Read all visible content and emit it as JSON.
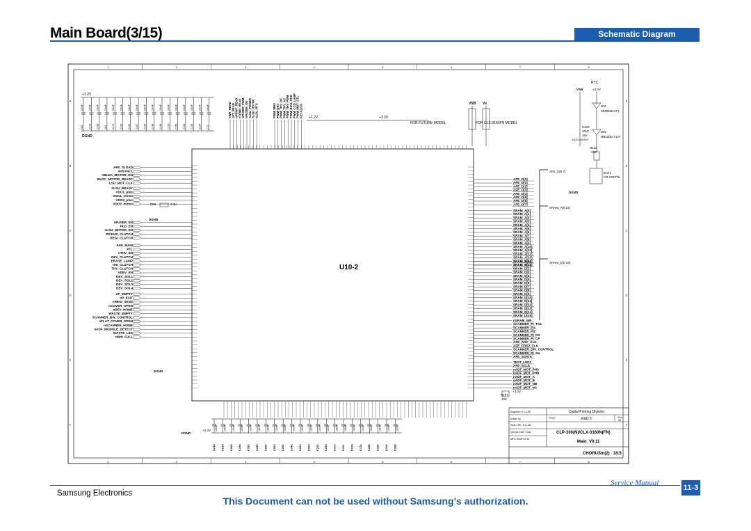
{
  "header": {
    "title": "Main Board(3/15)",
    "section_tab": "Schematic Diagram"
  },
  "schematic": {
    "grid_cols": [
      "1",
      "2",
      "3",
      "4",
      "5",
      "6",
      "7",
      "8"
    ],
    "grid_rows": [
      "A",
      "B",
      "C",
      "D",
      "E",
      "F"
    ],
    "u10_label": "U10-2",
    "power_labels": {
      "v12_top": "+1.2V",
      "v12_mid": "+1.2V",
      "v33_mid": "+3.3V",
      "v33_bot": "+3.3V",
      "vsb": "VSB",
      "vs": "Vs",
      "rtc_vsb": "VSB",
      "rtc_v33": "+3.3V",
      "dgnd": "DGND",
      "future_model": "FOR FUTURE MODEL",
      "clx_model": "FOR CLX-3160FN MODEL"
    },
    "cap_value": "100nF",
    "top_caps": [
      "C82",
      "C170",
      "C168",
      "C81",
      "C179",
      "C130",
      "C131",
      "C167",
      "C135",
      "C138",
      "C148",
      "C136",
      "C150",
      "C164",
      "C150",
      "C134",
      "C72"
    ],
    "bot_caps": [
      "C215",
      "C214",
      "C206",
      "C194",
      "C192",
      "C195",
      "C200",
      "C203",
      "C201",
      "C140",
      "C202",
      "C204",
      "C221",
      "C254",
      "C173",
      "C111",
      "C129",
      "C174",
      "C196",
      "C116",
      "C114",
      "C188"
    ],
    "top_nets_a": [
      "nWR_READ",
      "nFT_READ",
      "nPRINT_READ",
      "nTEMP_READ",
      "nFUSER_PWM",
      "nFUSER_ON",
      "nLSU_POWER",
      "nLSU_HSYNC",
      "nLSU_RTC"
    ],
    "top_nets_b": [
      "PWM_MHV",
      "PWM_DEV",
      "PWM_THV_DC",
      "PWM_THV_AC",
      "PWM_THV_PWM",
      "PWM_BIAS_CCD",
      "PWM_CCD_LAMP",
      "PWM_MOT_CTL",
      "KEYCLICK"
    ],
    "left_nets_1": [
      "AFE_SLOAD",
      "nHSYNC1",
      "nBLDC_MOTOR_ON",
      "BLDC_MOTOR_READY",
      "LSU_MOT_CLK"
    ],
    "left_nets_2": [
      "nLSU_READY",
      "VDO1_plus",
      "VDO1_minus",
      "VDO2_plus",
      "VDO2_minus"
    ],
    "left_nets_3": [
      "nFUSER_EN",
      "HLD_EN",
      "nLSU_MOTOR_EN",
      "PICKUP_CLUTCH",
      "REGI_CLUTCH"
    ],
    "left_nets_4": [
      "FAN_MAIN",
      "PTL",
      "nTHV_EN",
      "DEV_CLUTCH",
      "ERASE_LAMP",
      "ITB_CLUTCH",
      "THV_CLUTCH",
      "nDEV_EN",
      "DEV_SOL1",
      "DEV_SOL2",
      "DEV_SOL3",
      "DEV_SOL4"
    ],
    "left_nets_5": [
      "nP_EMPTY",
      "nP_EXIT",
      "nREGI_SENS",
      "nCOVER_OPEN",
      "nDEV_HOME",
      "WASTE_EMPTY",
      "SCANNER_BW_CONTROL",
      "nFLAT_COVER_OPEN",
      "nSCANNER_HOME",
      "nADF_MODULE_DETECT",
      "WASTE_LED",
      "nBIN_FULL"
    ],
    "r86": "R86",
    "r86_val": "3.3K",
    "right_afe": [
      "AFE_D[0]",
      "AFE_D[1]",
      "AFE_D[2]",
      "AFE_D[3]",
      "AFE_D[4]",
      "AFE_D[5]",
      "AFE_D[6]",
      "AFE_D[7]"
    ],
    "afe_bus": "AFE_D[0:7]",
    "right_sram_a": [
      "SRAM_A[0]",
      "SRAM_A[1]",
      "SRAM_A[2]",
      "SRAM_A[3]",
      "SRAM_A[4]",
      "SRAM_A[5]",
      "SRAM_A[6]",
      "SRAM_A[7]",
      "SRAM_A[8]",
      "SRAM_A[9]",
      "SRAM_A[10]",
      "SRAM_A[11]",
      "SRAM_A[12]",
      "SRAM_A[13]",
      "SRAM_A[14]",
      "SRAM_A[15]"
    ],
    "sram_a_bus": "SRAM_A[0:15]",
    "right_sram_d": [
      "SRAM_D[0]",
      "SRAM_D[1]",
      "SRAM_D[2]",
      "SRAM_D[3]",
      "SRAM_D[4]",
      "SRAM_D[5]",
      "SRAM_D[6]",
      "SRAM_D[7]",
      "SRAM_D[8]",
      "SRAM_D[9]",
      "SRAM_D[10]",
      "SRAM_D[11]",
      "SRAM_D[12]",
      "SRAM_D[13]",
      "SRAM_D[14]",
      "SRAM_D[15]"
    ],
    "sram_d_bus": "SRAM_D[0:15]",
    "right_misc": [
      "nSRAM_WR",
      "SCANNER_PI_TG1",
      "SCANNER_PI1",
      "SCANNER_PI2",
      "SCANNER_PI_RS",
      "SCANNER_PI_CP",
      "AFE_ADC_CLK",
      "AFE_CDS2_CLK",
      "SCANNER_DPI_CONTROL",
      "SCANNER_PI_SH",
      "AFE_SDATA"
    ],
    "right_misc2": [
      "TEST_LED3",
      "AFE_SCLK",
      "nADF_MOT_PHA",
      "nADF_MOT_PHB",
      "nADF_MOT_A",
      "nADF_MOT_B",
      "nADF_MOT_NB",
      "nADF_MOT_NA"
    ],
    "rtc": {
      "label": "RTC",
      "d22": "D22",
      "d22_part": "MMSD914T1",
      "c226": "C226",
      "c226_val1": "10uF",
      "c226_val2": "16V",
      "c226_part": "2402-001049",
      "d23": "D23",
      "d23_part": "RB420D T147",
      "r112": "R112",
      "r112_val": "330",
      "bat1": "BAT1",
      "bat1_part": "CR-2032T6"
    },
    "r107": "R107",
    "r107_val": "10K",
    "title_block": {
      "division": "Digital Printing Division",
      "dept": "R&D 5",
      "engineer_label": "Engineer: K.C.LEE",
      "drawn_label": "Drawn by",
      "check_label": "R&D CHK: K.G.JIN",
      "qa_label": "QC/QA CHK: Code",
      "mfg_label": "MFG ENGR CHK",
      "title_hdr": "TITLE",
      "size_hdr": "Size",
      "size_val": "A3",
      "model": "CLP-300(N)/CLX-3160N(FN)",
      "board": "Main_V0.11",
      "chorus": "CHORUSm(2)",
      "sheet_num": "3/15"
    }
  },
  "footer": {
    "service_manual": "Service Manual",
    "page_number": "11-3",
    "company": "Samsung Electronics",
    "notice": "This Document can not be used without Samsung’s authorization."
  }
}
